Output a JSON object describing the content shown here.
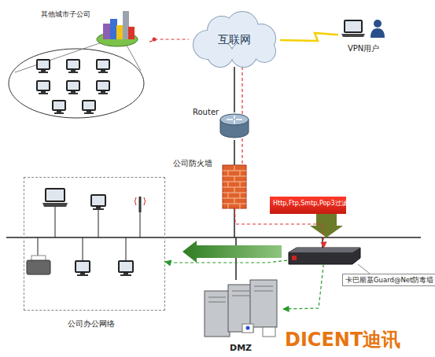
{
  "diagram": {
    "nodes": [
      {
        "text": [
          "其他城市子公司"
        ]
      },
      {
        "text": [
          "互联网"
        ]
      },
      {
        "text": [
          "VPN用户"
        ]
      },
      {
        "text": [
          "Router"
        ]
      },
      {
        "text": [
          "公司防火墙"
        ]
      },
      {
        "text": [
          "卡巴斯基Guard@Net防毒墙"
        ]
      },
      {
        "text": [
          "公司办公网络"
        ]
      },
      {
        "text": [
          "DMZ"
        ]
      }
    ],
    "edges": [
      {
        "from": 0,
        "to": 1,
        "arrow": "none"
      },
      {
        "from": 2,
        "to": 1,
        "arrow": "none"
      },
      {
        "from": 1,
        "to": 3,
        "arrow": "none"
      },
      {
        "from": 3,
        "to": 4,
        "arrow": "none"
      },
      {
        "from": 4,
        "to": 5,
        "label": "Http,Ftp,Smtp,Pop3过滤",
        "arrow": "to"
      },
      {
        "from": 5,
        "to": 6,
        "arrow": "to"
      },
      {
        "from": 5,
        "to": 7,
        "arrow": "to"
      }
    ],
    "labels": [
      "DICENT迪讯"
    ]
  }
}
